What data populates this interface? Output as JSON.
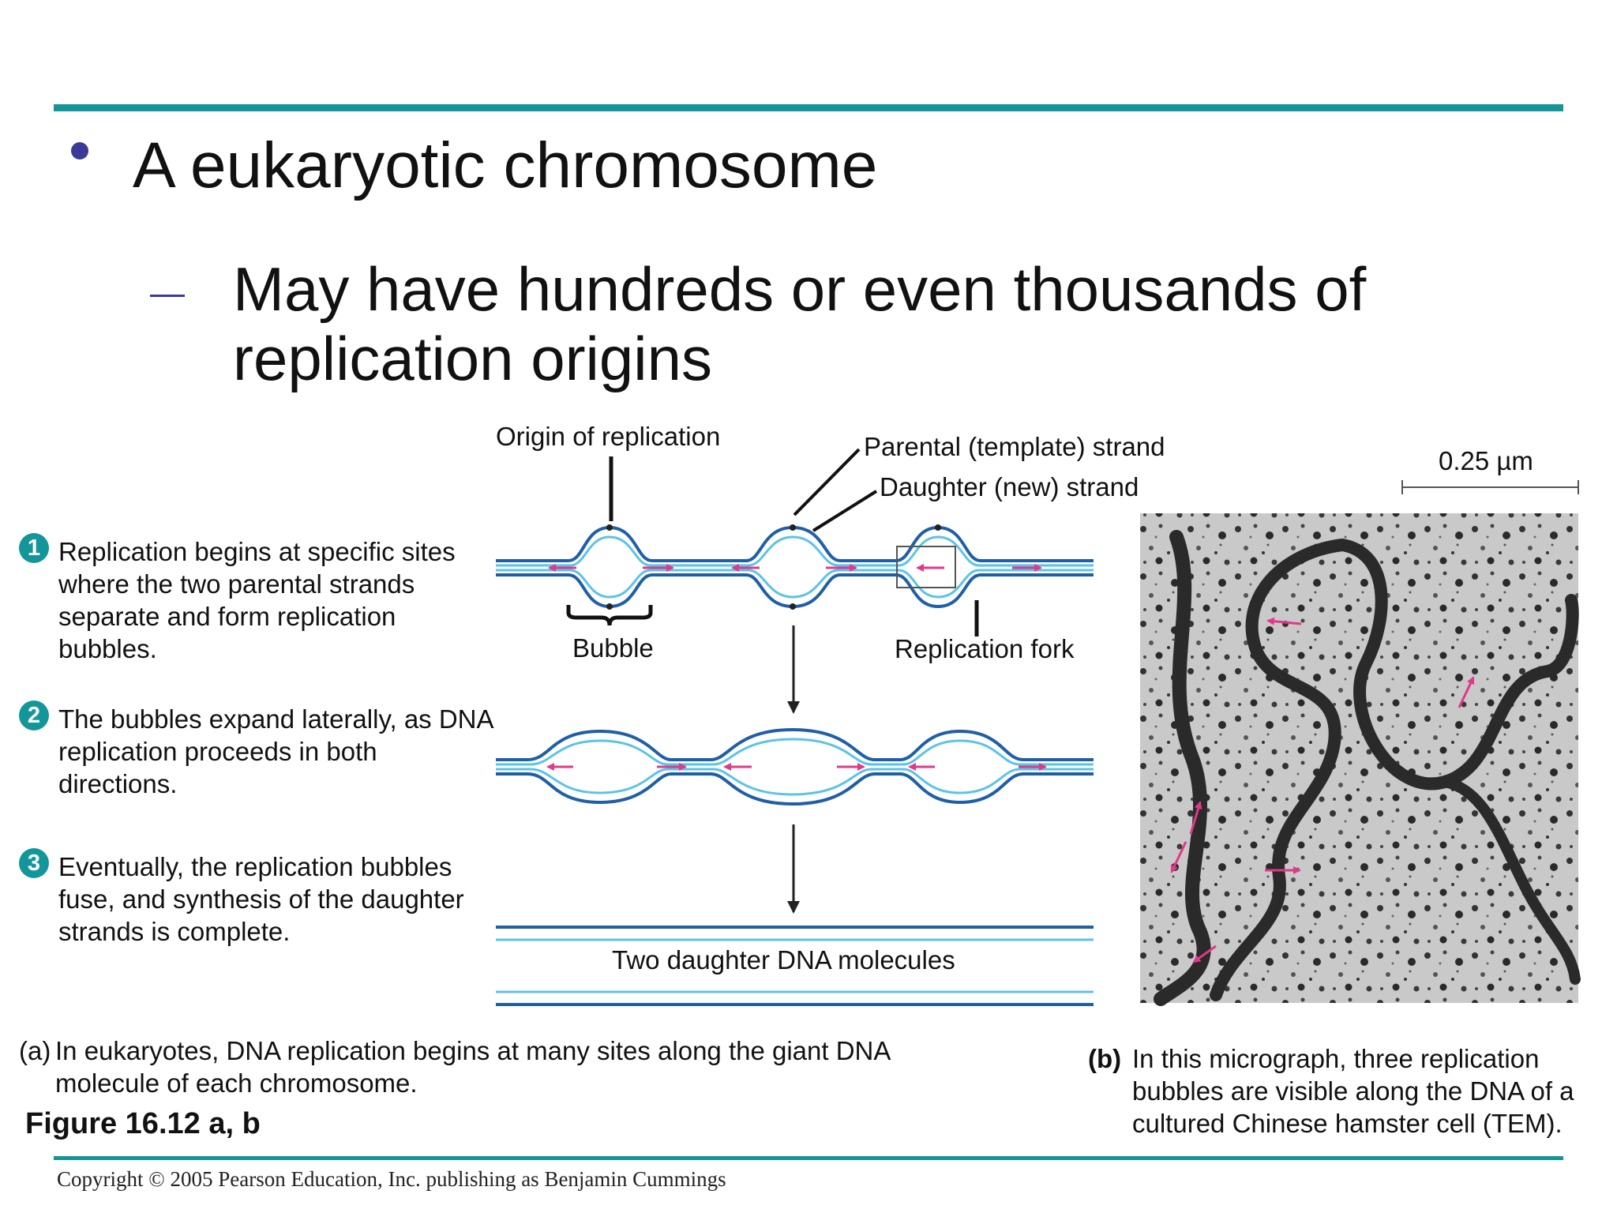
{
  "slide": {
    "bullet1": "A eukaryotic chromosome",
    "bullet2": "May have hundreds or even thousands of replication origins"
  },
  "diagram": {
    "labels": {
      "origin": "Origin of replication",
      "parental": "Parental (template) strand",
      "daughter": "Daughter (new) strand",
      "bubble": "Bubble",
      "fork": "Replication fork",
      "molecules": "Two daughter DNA molecules",
      "scale": "0.25 µm"
    },
    "steps": [
      {
        "num": "1",
        "text": "Replication begins at specific sites where the two parental strands separate and form replication bubbles."
      },
      {
        "num": "2",
        "text": "The bubbles expand laterally, as DNA replication proceeds in both directions."
      },
      {
        "num": "3",
        "text": "Eventually, the replication bubbles fuse, and synthesis of the daughter strands is complete."
      }
    ],
    "caption_a_tag": "(a)",
    "caption_a": "In eukaryotes, DNA replication begins at many sites along the giant DNA molecule of each chromosome.",
    "caption_b_tag": "(b)",
    "caption_b": "In this micrograph, three replication bubbles are visible along the DNA of a cultured Chinese hamster cell (TEM).",
    "figure": "Figure 16.12 a, b"
  },
  "footer": {
    "copyright": "Copyright © 2005 Pearson Education, Inc. publishing as Benjamin Cummings"
  },
  "colors": {
    "teal": "#13969a",
    "parental": "#1f5fa8",
    "daughter": "#5cc3e6",
    "arrow": "#e0388a"
  }
}
